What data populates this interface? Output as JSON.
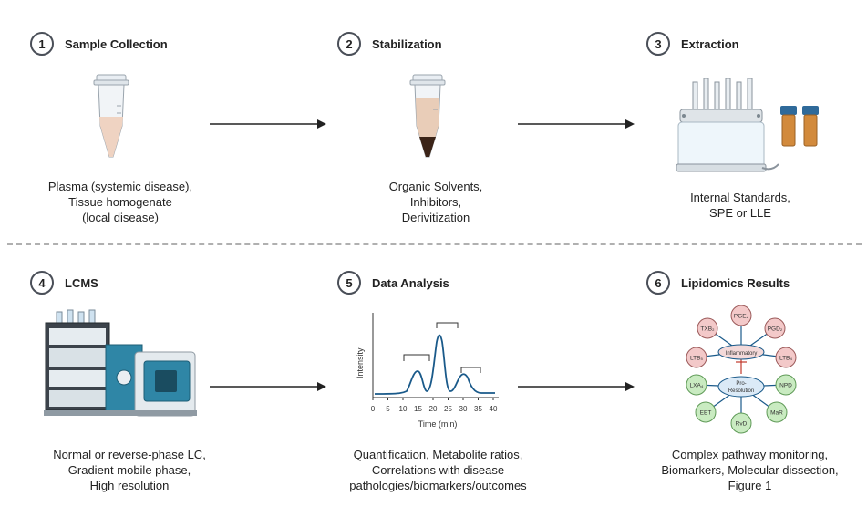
{
  "steps": [
    {
      "number": "1",
      "title": "Sample Collection",
      "caption": [
        "Plasma (systemic disease),",
        "Tissue homogenate",
        "(local disease)"
      ]
    },
    {
      "number": "2",
      "title": "Stabilization",
      "caption": [
        "Organic Solvents,",
        "Inhibitors,",
        "Derivitization"
      ]
    },
    {
      "number": "3",
      "title": "Extraction",
      "caption": [
        "Internal Standards,",
        "SPE or LLE"
      ]
    },
    {
      "number": "4",
      "title": "LCMS",
      "caption": [
        "Normal or reverse-phase LC,",
        "Gradient mobile phase,",
        "High resolution"
      ]
    },
    {
      "number": "5",
      "title": "Data Analysis",
      "caption": [
        "Quantification, Metabolite ratios,",
        "Correlations with disease",
        "pathologies/biomarkers/outcomes"
      ]
    },
    {
      "number": "6",
      "title": "Lipidomics Results",
      "caption": [
        "Complex pathway monitoring,",
        "Biomarkers, Molecular dissection,",
        "Figure 1"
      ]
    }
  ],
  "chart": {
    "ylabel": "Intensity",
    "xlabel": "Time (min)",
    "xticks": [
      "0",
      "5",
      "10",
      "15",
      "20",
      "25",
      "30",
      "35",
      "40"
    ]
  },
  "network": {
    "hub_inflammatory": "Inflammatory",
    "hub_resolution": [
      "Pro-",
      "Resolution"
    ],
    "inflammatory_nodes": [
      "TXB₂",
      "PGE₂",
      "PGD₂",
      "LTB₄",
      "LTB₅"
    ],
    "resolution_nodes": [
      "LXA₄",
      "NPD",
      "EET",
      "RvD",
      "MaR"
    ]
  },
  "colors": {
    "accent": "#1a5a8a",
    "inflammatory_fill": "#f3c9c9",
    "resolution_fill": "#c9ebc1",
    "hub_fill": "#dbeaf7"
  }
}
